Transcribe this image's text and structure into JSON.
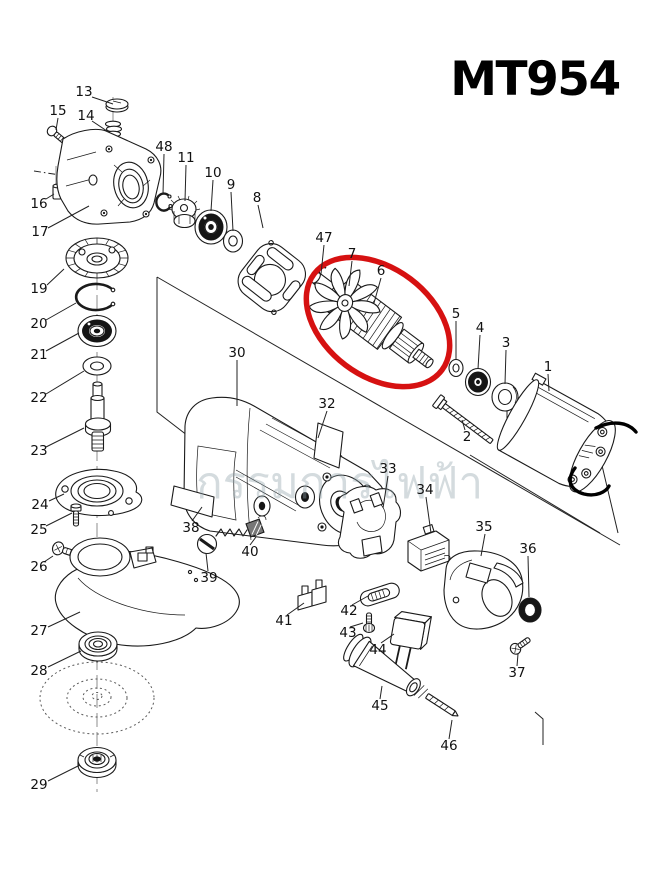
{
  "title": "MT954",
  "watermark": "กรรมการไฟฟ้า",
  "colors": {
    "highlight": "#d61111",
    "line": "#1a1a1a",
    "watermark_gray": "#8fa3ab"
  },
  "highlighted_part": "6",
  "parts": {
    "p1": "1",
    "p2": "2",
    "p3": "3",
    "p4": "4",
    "p5": "5",
    "p6": "6",
    "p7": "7",
    "p8": "8",
    "p9": "9",
    "p10": "10",
    "p11": "11",
    "p13": "13",
    "p14": "14",
    "p15": "15",
    "p16": "16",
    "p17": "17",
    "p19": "19",
    "p20": "20",
    "p21": "21",
    "p22": "22",
    "p23": "23",
    "p24": "24",
    "p25": "25",
    "p26": "26",
    "p27": "27",
    "p28": "28",
    "p29": "29",
    "p30": "30",
    "p32": "32",
    "p33": "33",
    "p34": "34",
    "p35": "35",
    "p36": "36",
    "p37": "37",
    "p38": "38",
    "p39": "39",
    "p40": "40",
    "p41": "41",
    "p42": "42",
    "p43": "43",
    "p44": "44",
    "p45": "45",
    "p46": "46",
    "p47": "47",
    "p48": "48"
  }
}
